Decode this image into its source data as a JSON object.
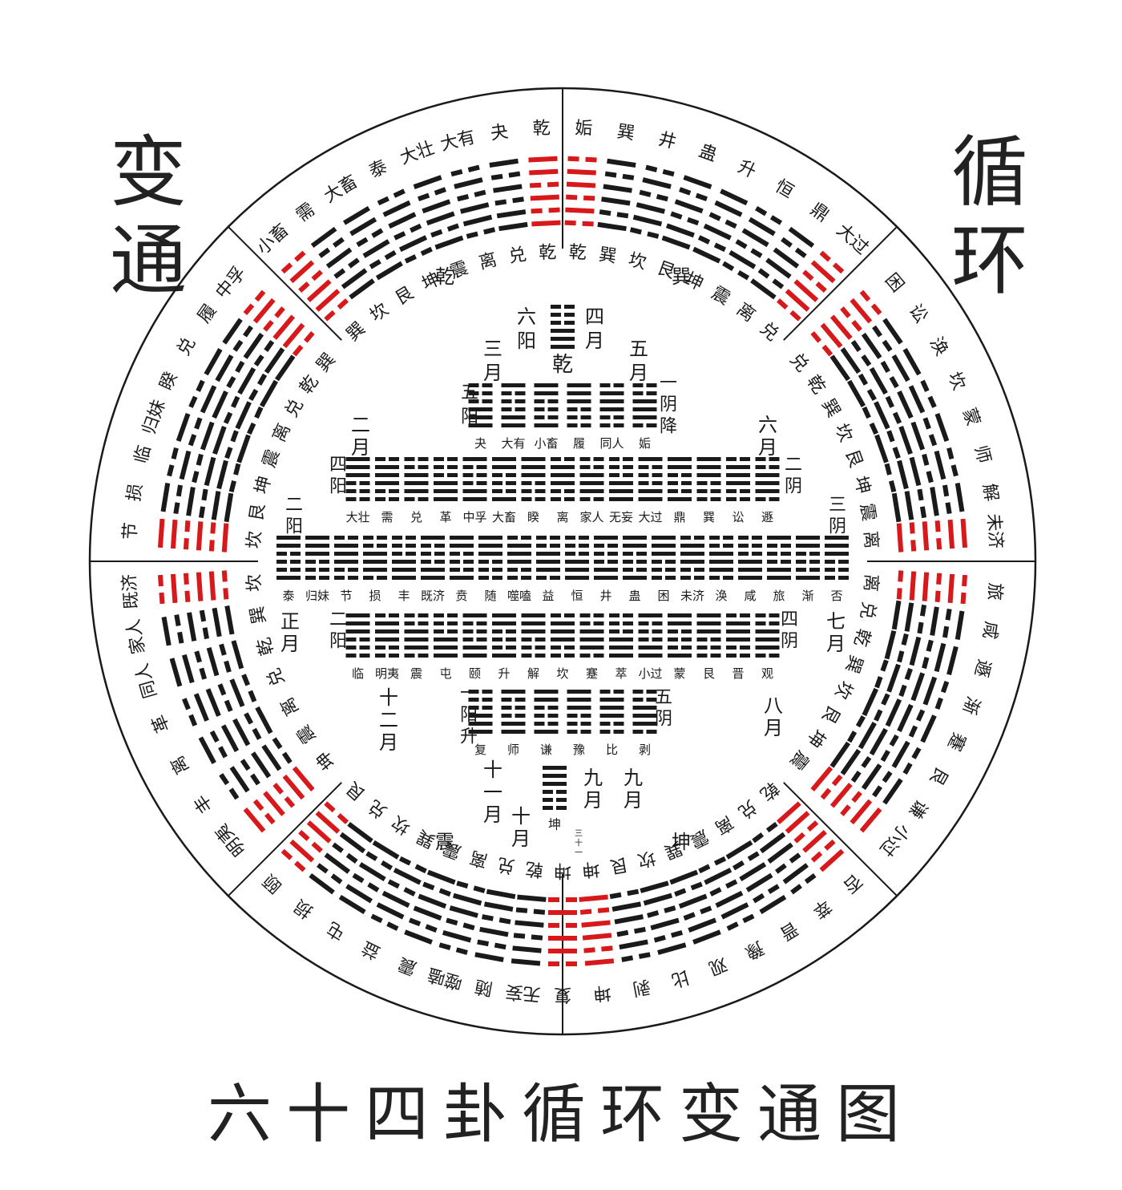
{
  "title": "六十四卦循环变通图",
  "left_label": [
    "变",
    "通"
  ],
  "right_label": [
    "循",
    "环"
  ],
  "colors": {
    "ink": "#1a1a1a",
    "accent": "#d7191c"
  },
  "outer_ring_top_names": [
    "小畜",
    "需",
    "大畜",
    "泰",
    "大壮",
    "大有",
    "夬",
    "乾",
    "姤",
    "巽",
    "井",
    "蛊",
    "升",
    "恒",
    "鼎",
    "大过"
  ],
  "outer_ring_top_inner": [
    "巽",
    "坎",
    "艮",
    "坤",
    "震",
    "离",
    "兑",
    "乾",
    "乾",
    "巽",
    "坎",
    "艮",
    "坤",
    "震",
    "离",
    "兑"
  ],
  "outer_ring_group_top": [
    "乾",
    "巽"
  ],
  "outer_ring_left_names": [
    "中孚",
    "履",
    "兑",
    "睽",
    "归妹",
    "临",
    "损",
    "节"
  ],
  "outer_ring_left_inner": [
    "巽",
    "乾",
    "兑",
    "离",
    "震",
    "坤",
    "艮",
    "坎"
  ],
  "outer_ring_right_names": [
    "困",
    "讼",
    "涣",
    "坎",
    "蒙",
    "师",
    "解",
    "未济"
  ],
  "outer_ring_right_inner": [
    "兑",
    "乾",
    "巽",
    "坎",
    "艮",
    "坤",
    "震",
    "离"
  ],
  "outer_ring_lower_left_names": [
    "既济",
    "家人",
    "同人",
    "革",
    "离",
    "丰",
    "明夷"
  ],
  "outer_ring_lower_left_inner": [
    "坎",
    "巽",
    "乾",
    "兑",
    "离",
    "震",
    "坤"
  ],
  "outer_ring_lower_right_names": [
    "旅",
    "咸",
    "遯",
    "渐",
    "蹇",
    "艮",
    "谦",
    "小过"
  ],
  "outer_ring_lower_right_inner": [
    "离",
    "兑",
    "乾",
    "巽",
    "坎",
    "艮",
    "坤",
    "震"
  ],
  "outer_ring_bottom_names": [
    "颐",
    "损",
    "屯",
    "益",
    "震",
    "噬嗑",
    "随",
    "无妄",
    "复",
    "坤",
    "剥",
    "比",
    "观",
    "豫",
    "晋",
    "萃",
    "否"
  ],
  "outer_ring_bottom_inner": [
    "艮",
    "兑",
    "坎",
    "巽",
    "震",
    "离",
    "兑",
    "乾",
    "坤",
    "坤",
    "艮",
    "坎",
    "巽",
    "震",
    "离",
    "兑",
    "乾"
  ],
  "outer_ring_group_bottom": [
    "震",
    "坤"
  ],
  "center": {
    "top_hexagram": {
      "name": "乾",
      "left": "六阳",
      "right": "四月"
    },
    "row1": {
      "left_month": "三月",
      "right_month": "五月",
      "left_tag": "五阳",
      "right_tag": "一阴降",
      "names": [
        "夬",
        "大有",
        "小畜",
        "履",
        "同人",
        "姤"
      ]
    },
    "row2": {
      "left_month": "二月",
      "right_month": "六月",
      "left_tag": "四阳",
      "right_tag": "二阴",
      "names": [
        "大壮",
        "需",
        "兑",
        "革",
        "中孚",
        "大畜",
        "睽",
        "离",
        "家人",
        "无妄",
        "大过",
        "鼎",
        "巽",
        "讼",
        "遯"
      ]
    },
    "row3": {
      "left_tag": "二阳",
      "right_tag": "三阴",
      "names": [
        "泰",
        "归妹",
        "节",
        "损",
        "丰",
        "既济",
        "贲",
        "随",
        "噬嗑",
        "益",
        "恒",
        "井",
        "蛊",
        "困",
        "未济",
        "涣",
        "咸",
        "旅",
        "渐",
        "否"
      ]
    },
    "row4": {
      "left_month": "正月",
      "right_month": "七月",
      "left_tag": "二阳",
      "right_tag": "四阴",
      "names": [
        "临",
        "明夷",
        "震",
        "屯",
        "颐",
        "升",
        "解",
        "坎",
        "蹇",
        "萃",
        "小过",
        "蒙",
        "艮",
        "晋",
        "观"
      ]
    },
    "row5": {
      "left_month": "十二月",
      "right_month": "八月",
      "left_tag": "一阳升",
      "right_tag": "五阴",
      "names": [
        "复",
        "师",
        "谦",
        "豫",
        "比",
        "剥"
      ]
    },
    "bottom_hexagram": {
      "name": "坤",
      "left": "十一月",
      "center": "十月",
      "right": "九月",
      "right2": "九月",
      "tag": "三十一"
    }
  }
}
